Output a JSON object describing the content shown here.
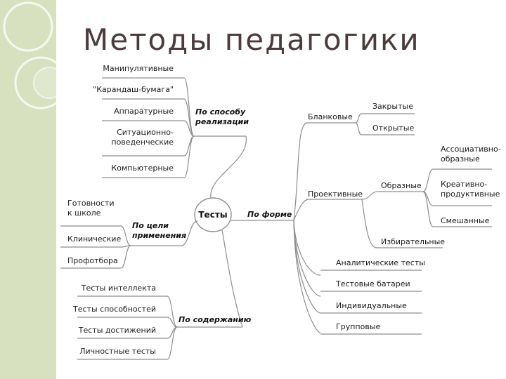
{
  "title": "Методы педагогики",
  "root": "Тесты",
  "branches": {
    "realization": {
      "label": [
        "По способу",
        "реализации"
      ],
      "items": [
        "Манипулятивные",
        "\"Карандаш-бумага\"",
        "Аппаратурные",
        [
          "Ситуационно-",
          "поведенческие"
        ],
        "Компьютерные"
      ]
    },
    "goal": {
      "label": [
        "По цели",
        "применения"
      ],
      "items": [
        [
          "Готовности",
          "к школе"
        ],
        "Клинические",
        "Профотбора"
      ]
    },
    "content": {
      "label": "По содержанию",
      "items": [
        "Тесты интеллекта",
        "Тесты способностей",
        "Тесты достижений",
        "Личностные тесты"
      ]
    },
    "form": {
      "label": "По форме",
      "blank": {
        "label": "Бланковые",
        "items": [
          "Закрытые",
          "Открытые"
        ]
      },
      "projective": {
        "label": "Проективные",
        "figurative": {
          "label": "Образные",
          "items": [
            [
              "Ассоциативно-",
              "образные"
            ],
            [
              "Креативно-",
              "продуктивные"
            ],
            "Смешанные"
          ]
        },
        "selective": "Избирательные"
      },
      "others": [
        "Аналитические тесты",
        "Тестовые батареи",
        "Индивидуальные",
        "Групповые"
      ]
    }
  }
}
